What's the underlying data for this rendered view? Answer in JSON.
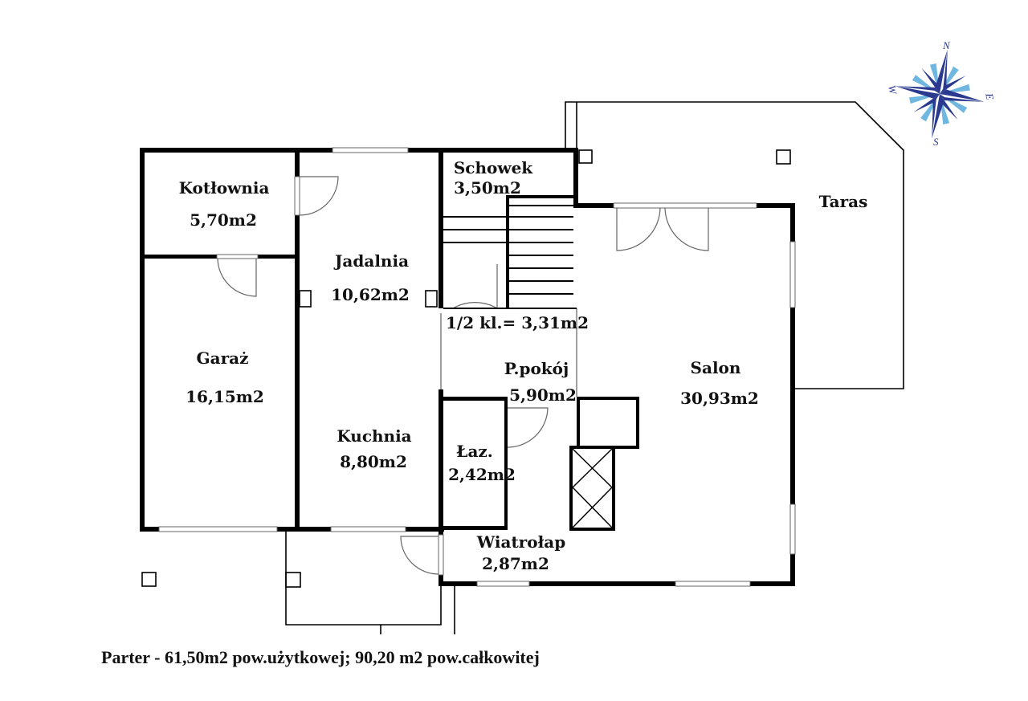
{
  "rooms": {
    "kotlownia": {
      "name": "Kotłownia",
      "area": "5,70m2"
    },
    "garaz": {
      "name": "Garaż",
      "area": "16,15m2"
    },
    "jadalnia": {
      "name": "Jadalnia",
      "area": "10,62m2"
    },
    "kuchnia": {
      "name": "Kuchnia",
      "area": "8,80m2"
    },
    "schowek": {
      "name": "Schowek",
      "area": "3,50m2"
    },
    "stairs": {
      "label": "1/2 kl.= 3,31m2"
    },
    "przedpokoj": {
      "name": "P.pokój",
      "area": "5,90m2"
    },
    "lazienka": {
      "name": "Łaz.",
      "area": "2,42m2"
    },
    "wiatrolap": {
      "name": "Wiatrołap",
      "area": "2,87m2"
    },
    "salon": {
      "name": "Salon",
      "area": "30,93m2"
    },
    "taras": {
      "name": "Taras"
    }
  },
  "compass": {
    "north": "N",
    "east": "E",
    "south": "S",
    "west": "W",
    "color_dark": "#2b3a8f",
    "color_light": "#6fb6e0"
  },
  "caption": "Parter  - 61,50m2 pow.użytkowej; 90,20 m2 pow.całkowitej"
}
